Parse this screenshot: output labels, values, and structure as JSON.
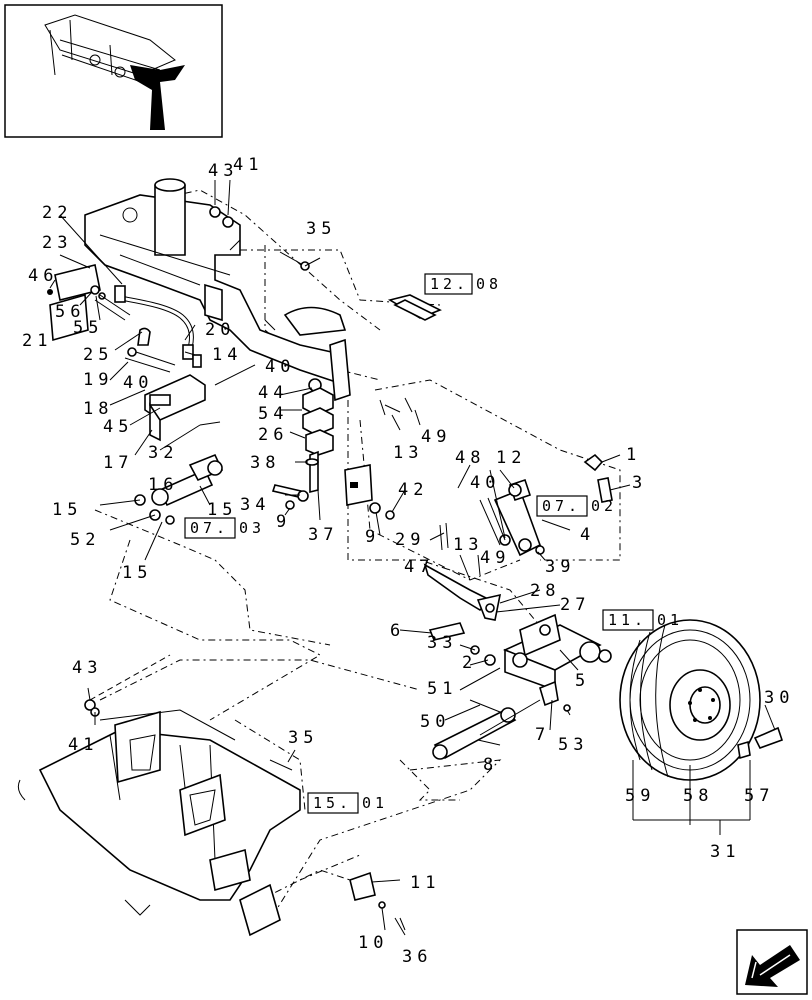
{
  "callouts": {
    "c1": "1",
    "c2": "2",
    "c3": "3",
    "c4": "4",
    "c5": "5",
    "c6": "6",
    "c7": "7",
    "c8": "8",
    "c9a": "9",
    "c9b": "9",
    "c10": "10",
    "c11": "11",
    "c12": "12",
    "c13a": "13",
    "c13b": "13",
    "c14": "14",
    "c15a": "15",
    "c15b": "15",
    "c15c": "15",
    "c16": "16",
    "c17": "17",
    "c18": "18",
    "c19": "19",
    "c20": "20",
    "c21": "21",
    "c22": "22",
    "c23": "23",
    "c25": "25",
    "c26": "26",
    "c27": "27",
    "c28": "28",
    "c29": "29",
    "c30": "30",
    "c31": "31",
    "c32": "32",
    "c33": "33",
    "c34": "34",
    "c35a": "35",
    "c35b": "35",
    "c36": "36",
    "c37": "37",
    "c38": "38",
    "c39": "39",
    "c40a": "40",
    "c40b": "40",
    "c40c": "40",
    "c41a": "41",
    "c41b": "41",
    "c42": "42",
    "c43a": "43",
    "c43b": "43",
    "c44": "44",
    "c45": "45",
    "c46": "46",
    "c47": "47",
    "c48": "48",
    "c49a": "49",
    "c49b": "49",
    "c50": "50",
    "c51": "51",
    "c52": "52",
    "c53": "53",
    "c54": "54",
    "c55": "55",
    "c56": "56",
    "c57": "57",
    "c58": "58",
    "c59": "59"
  },
  "references": {
    "r1208": {
      "box": "12.",
      "suffix": "08"
    },
    "r0702": {
      "box": "07.",
      "suffix": "02"
    },
    "r0703": {
      "box": "07.",
      "suffix": "03"
    },
    "r1101": {
      "box": "11.",
      "suffix": "01"
    },
    "r1501": {
      "box": "15.",
      "suffix": "01"
    }
  },
  "icons": {
    "thumbnail": "machine-location-thumbnail",
    "nav": "previous-page-arrow-icon"
  }
}
